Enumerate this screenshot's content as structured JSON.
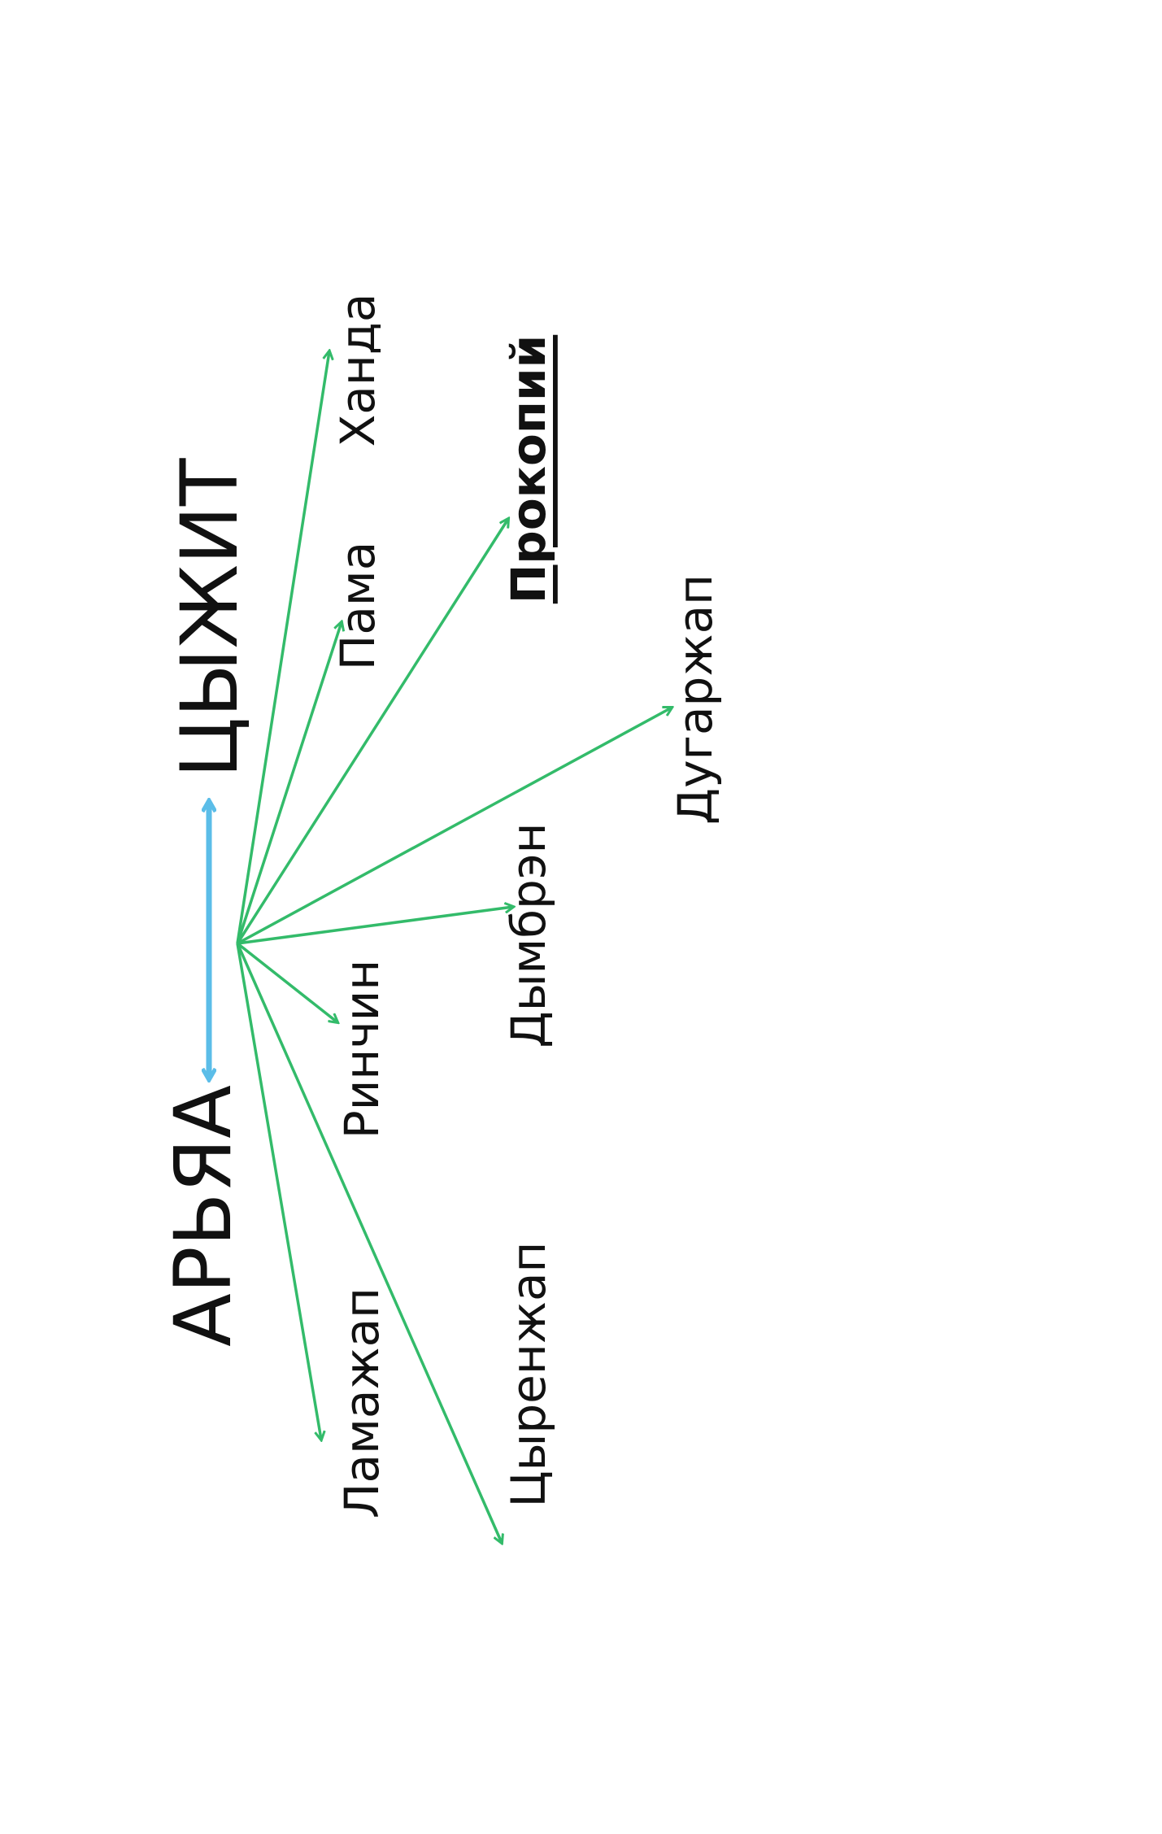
{
  "diagram": {
    "parents": {
      "left": "АРЬЯА",
      "right": "ЦЫЖИТ"
    },
    "children": [
      {
        "id": "lamazhap",
        "name": "Ламажап"
      },
      {
        "id": "tsyrenzhap",
        "name": "Цыренжап"
      },
      {
        "id": "rinchin",
        "name": "Ринчин"
      },
      {
        "id": "dymbren",
        "name": "Дымбрэн"
      },
      {
        "id": "dugarzhap",
        "name": "Дугаржап"
      },
      {
        "id": "prokopiy",
        "name": "Прокопий"
      },
      {
        "id": "pama",
        "name": "Пама"
      },
      {
        "id": "khanda",
        "name": "Ханда"
      }
    ],
    "colors": {
      "parent_link": "#5bbde8",
      "child_arrow": "#33bb6a",
      "text": "#111111"
    }
  }
}
